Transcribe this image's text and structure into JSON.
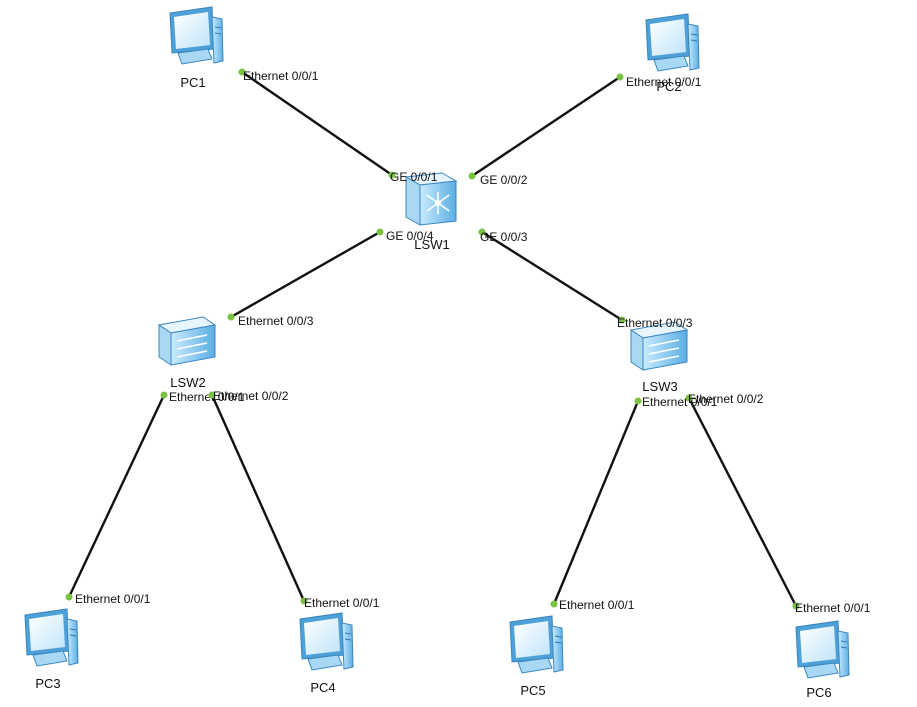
{
  "colors": {
    "link": "#111111",
    "port_dot": "#7cc242",
    "device_fill": "#a9d8f5",
    "device_dark": "#4ea0d8",
    "device_light": "#e6f5ff"
  },
  "devices": [
    {
      "id": "PC1",
      "label": "PC1",
      "type": "pc",
      "icon": "pc-icon"
    },
    {
      "id": "PC2",
      "label": "PC2",
      "type": "pc",
      "icon": "pc-icon"
    },
    {
      "id": "LSW1",
      "label": "LSW1",
      "type": "core-switch",
      "icon": "core-switch-icon"
    },
    {
      "id": "LSW2",
      "label": "LSW2",
      "type": "switch",
      "icon": "switch-icon"
    },
    {
      "id": "LSW3",
      "label": "LSW3",
      "type": "switch",
      "icon": "switch-icon"
    },
    {
      "id": "PC3",
      "label": "PC3",
      "type": "pc",
      "icon": "pc-icon"
    },
    {
      "id": "PC4",
      "label": "PC4",
      "type": "pc",
      "icon": "pc-icon"
    },
    {
      "id": "PC5",
      "label": "PC5",
      "type": "pc",
      "icon": "pc-icon"
    },
    {
      "id": "PC6",
      "label": "PC6",
      "type": "pc",
      "icon": "pc-icon"
    }
  ],
  "links": [
    {
      "a": "PC1",
      "a_port": "Ethernet 0/0/1",
      "b": "LSW1",
      "b_port": "GE 0/0/1"
    },
    {
      "a": "PC2",
      "a_port": "Ethernet 0/0/1",
      "b": "LSW1",
      "b_port": "GE 0/0/2"
    },
    {
      "a": "LSW2",
      "a_port": "Ethernet 0/0/3",
      "b": "LSW1",
      "b_port": "GE 0/0/4"
    },
    {
      "a": "LSW3",
      "a_port": "Ethernet 0/0/3",
      "b": "LSW1",
      "b_port": "GE 0/0/3"
    },
    {
      "a": "LSW2",
      "a_port": "Ethernet 0/0/1",
      "b": "PC3",
      "b_port": "Ethernet 0/0/1"
    },
    {
      "a": "LSW2",
      "a_port": "Ethernet 0/0/2",
      "b": "PC4",
      "b_port": "Ethernet 0/0/1"
    },
    {
      "a": "LSW3",
      "a_port": "Ethernet 0/0/1",
      "b": "PC5",
      "b_port": "Ethernet 0/0/1"
    },
    {
      "a": "LSW3",
      "a_port": "Ethernet 0/0/2",
      "b": "PC6",
      "b_port": "Ethernet 0/0/1"
    }
  ]
}
